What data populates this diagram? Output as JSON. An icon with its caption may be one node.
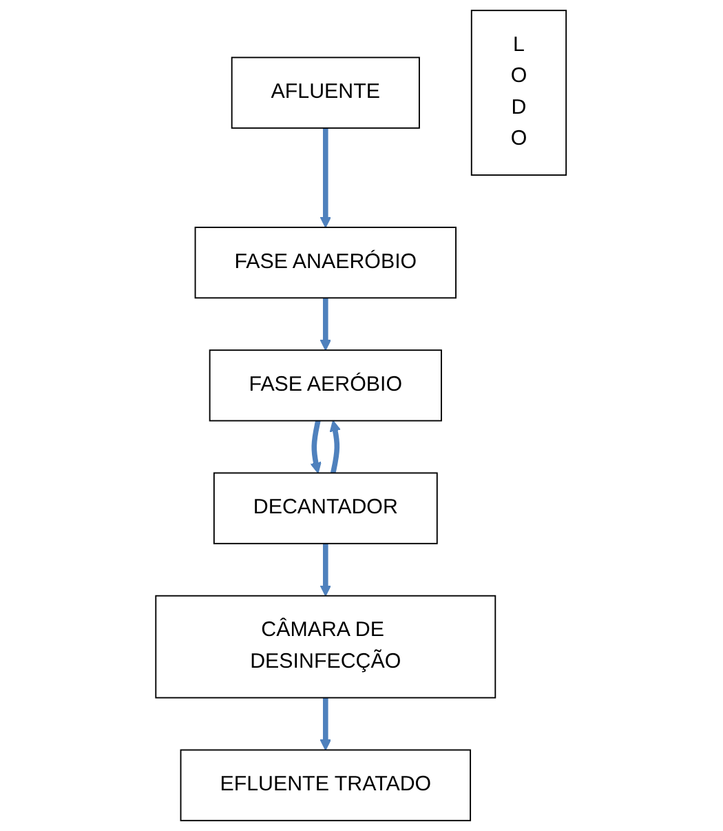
{
  "diagram": {
    "nodes": [
      {
        "text": [
          "AFLUENTE"
        ]
      },
      {
        "text": [
          "FASE ANAERÓBIO"
        ]
      },
      {
        "text": [
          "FASE AERÓBIO"
        ]
      },
      {
        "text": [
          "DECANTADOR"
        ]
      },
      {
        "text": [
          "CÂMARA DE DESINFECÇÃO"
        ]
      },
      {
        "text": [
          "EFLUENTE TRATADO"
        ]
      },
      {
        "text": [
          "L O D O"
        ]
      }
    ],
    "edges": [
      {
        "from": 0,
        "to": 1,
        "arrow": "to"
      },
      {
        "from": 1,
        "to": 2,
        "arrow": "to"
      },
      {
        "from": 2,
        "to": 3,
        "arrow": "to"
      },
      {
        "from": 3,
        "to": 4,
        "arrow": "to"
      },
      {
        "from": 4,
        "to": 5,
        "arrow": "to"
      },
      {
        "from": 3,
        "to": 2,
        "arrow": "to"
      }
    ]
  }
}
